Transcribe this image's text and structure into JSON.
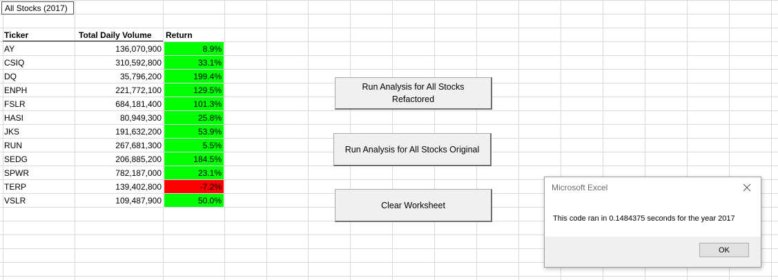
{
  "sheet": {
    "title_cell": "All Stocks (2017)",
    "headers": {
      "ticker": "Ticker",
      "volume": "Total Daily Volume",
      "return": "Return"
    },
    "rows": [
      {
        "ticker": "AY",
        "volume": "136,070,900",
        "return": "8.9%",
        "positive": true
      },
      {
        "ticker": "CSIQ",
        "volume": "310,592,800",
        "return": "33.1%",
        "positive": true
      },
      {
        "ticker": "DQ",
        "volume": "35,796,200",
        "return": "199.4%",
        "positive": true
      },
      {
        "ticker": "ENPH",
        "volume": "221,772,100",
        "return": "129.5%",
        "positive": true
      },
      {
        "ticker": "FSLR",
        "volume": "684,181,400",
        "return": "101.3%",
        "positive": true
      },
      {
        "ticker": "HASI",
        "volume": "80,949,300",
        "return": "25.8%",
        "positive": true
      },
      {
        "ticker": "JKS",
        "volume": "191,632,200",
        "return": "53.9%",
        "positive": true
      },
      {
        "ticker": "RUN",
        "volume": "267,681,300",
        "return": "5.5%",
        "positive": true
      },
      {
        "ticker": "SEDG",
        "volume": "206,885,200",
        "return": "184.5%",
        "positive": true
      },
      {
        "ticker": "SPWR",
        "volume": "782,187,000",
        "return": "23.1%",
        "positive": true
      },
      {
        "ticker": "TERP",
        "volume": "139,402,800",
        "return": "-7.2%",
        "positive": false
      },
      {
        "ticker": "VSLR",
        "volume": "109,487,900",
        "return": "50.0%",
        "positive": true
      }
    ],
    "colors": {
      "positive": "#00ff00",
      "negative": "#ff0000",
      "gridline": "#d9d9d9"
    }
  },
  "buttons": {
    "refactored_line1": "Run Analysis for All Stocks",
    "refactored_line2": "Refactored",
    "original": "Run Analysis for All Stocks Original",
    "clear": "Clear Worksheet"
  },
  "dialog": {
    "title": "Microsoft Excel",
    "message": "This code ran in 0.1484375 seconds for the year 2017",
    "ok_label": "OK",
    "close_icon": "close-icon"
  }
}
